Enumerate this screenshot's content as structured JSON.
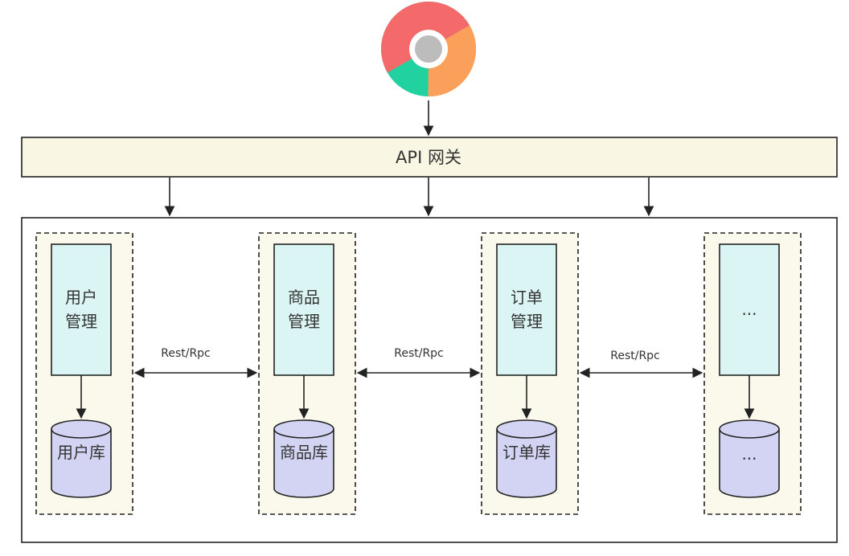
{
  "gateway": {
    "label": "API 网关"
  },
  "services": [
    {
      "line1": "用户",
      "line2": "管理",
      "db": "用户库"
    },
    {
      "line1": "商品",
      "line2": "管理",
      "db": "商品库"
    },
    {
      "line1": "订单",
      "line2": "管理",
      "db": "订单库"
    },
    {
      "line1": "...",
      "line2": "",
      "db": "..."
    }
  ],
  "links": [
    {
      "label": "Rest/Rpc"
    },
    {
      "label": "Rest/Rpc"
    },
    {
      "label": "Rest/Rpc"
    }
  ],
  "colors": {
    "gateway_fill": "#f9f7e4",
    "group_fill": "#fbf9ec",
    "service_fill": "#dbf4f4",
    "db_fill": "#d3d4f3",
    "stroke": "#222222",
    "browser_red": "#f46a6a",
    "browser_orange": "#fba05a",
    "browser_green": "#22d1a0",
    "browser_center": "#bcbcbc"
  },
  "icons": {
    "client": "chrome-browser-icon"
  }
}
